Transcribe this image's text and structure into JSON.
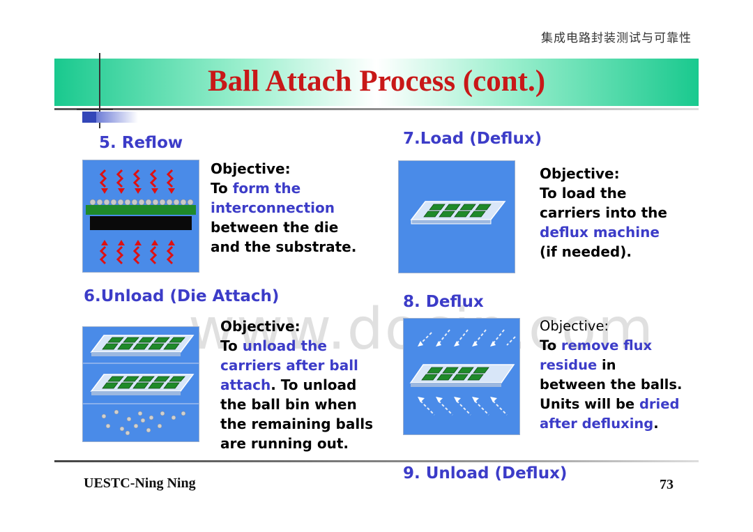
{
  "header": {
    "chinese_title": "集成电路封装测试与可靠性",
    "title": "Ball Attach Process (cont.)"
  },
  "sections": {
    "reflow": {
      "heading": "5. Reflow",
      "objective_label": "Objective:",
      "t1": "To ",
      "t2": "form the",
      "t3": "interconnection",
      "t4": "between the die",
      "t5": "and the substrate."
    },
    "unload_die": {
      "heading": "6.Unload (Die Attach)",
      "objective_label": "Objective:",
      "t1": "To ",
      "t2": "unload the",
      "t3": "carriers after ball",
      "t4": "attach",
      "t5": ". To unload",
      "t6": "the ball bin when",
      "t7": "the remaining balls",
      "t8": "are running out."
    },
    "load_deflux": {
      "heading": "7.Load (Deflux)",
      "objective_label": "Objective:",
      "t1": "To load the",
      "t2": "carriers into the",
      "t3": "deflux machine",
      "t4": "(if needed)."
    },
    "deflux": {
      "heading": "8. Deflux",
      "objective_label": "Objective:",
      "t1": "To ",
      "t2": "remove flux",
      "t3": "residue",
      "t4": " in",
      "t5": "between the balls.",
      "t6": "Units will be ",
      "t7": "dried",
      "t8": "after defluxing",
      "t9": "."
    },
    "unload_deflux": {
      "heading": "9. Unload (Deflux)"
    }
  },
  "watermark": "www.docin.com",
  "footer": {
    "author": "UESTC-Ning Ning",
    "page": "73"
  },
  "colors": {
    "title_red": "#c81818",
    "heading_blue": "#3c3cc8",
    "panel_blue": "#4a8be8",
    "band_green": "#19c98e"
  }
}
